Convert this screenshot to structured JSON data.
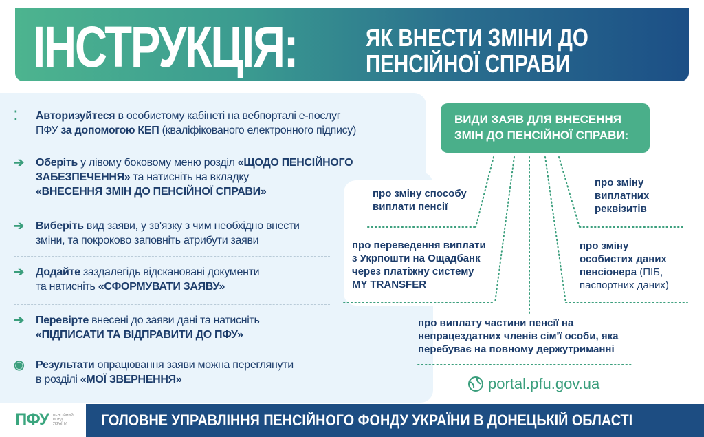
{
  "header": {
    "title_big": "ІНСТРУКЦІЯ:",
    "title_line1": "ЯК ВНЕСТИ ЗМІНИ ДО",
    "title_line2": "ПЕНСІЙНОЇ СПРАВИ"
  },
  "steps": [
    {
      "icon": "user-scan-icon",
      "glyph": "⁚",
      "lines": [
        [
          {
            "t": "Авторизуйтеся",
            "b": true
          },
          {
            "t": " в особистому кабінеті на вебпорталі е-послуг"
          }
        ],
        [
          {
            "t": "ПФУ "
          },
          {
            "t": "за допомогою КЕП",
            "b": true
          },
          {
            "t": " (кваліфікованого електронного підпису)"
          }
        ]
      ]
    },
    {
      "icon": "arrow-right-icon",
      "glyph": "➔",
      "lines": [
        [
          {
            "t": "Оберіть",
            "b": true
          },
          {
            "t": " у лівому боковому меню розділ "
          },
          {
            "t": "«ЩОДО ПЕНСІЙНОГО",
            "b": true
          }
        ],
        [
          {
            "t": "ЗАБЕЗПЕЧЕННЯ»",
            "b": true
          },
          {
            "t": " та натисніть на вкладку"
          }
        ],
        [
          {
            "t": "«ВНЕСЕННЯ ЗМІН ДО ПЕНСІЙНОЇ СПРАВИ»",
            "b": true
          }
        ]
      ]
    },
    {
      "icon": "arrow-right-icon",
      "glyph": "➔",
      "lines": [
        [
          {
            "t": "Виберіть",
            "b": true
          },
          {
            "t": " вид заяви, у зв'язку з чим необхідно внести"
          }
        ],
        [
          {
            "t": "зміни, та покроково заповніть атрибути заяви"
          }
        ]
      ]
    },
    {
      "icon": "arrow-right-icon",
      "glyph": "➔",
      "lines": [
        [
          {
            "t": "Додайте",
            "b": true
          },
          {
            "t": " заздалегідь відскановані документи"
          }
        ],
        [
          {
            "t": "та натисніть "
          },
          {
            "t": "«СФОРМУВАТИ ЗАЯВУ»",
            "b": true
          }
        ]
      ]
    },
    {
      "icon": "arrow-right-icon",
      "glyph": "➔",
      "lines": [
        [
          {
            "t": "Перевірте",
            "b": true
          },
          {
            "t": " внесені до заяви дані та натисніть"
          }
        ],
        [
          {
            "t": "«ПІДПИСАТИ ТА ВІДПРАВИТИ ДО ПФУ»",
            "b": true
          }
        ]
      ]
    },
    {
      "icon": "eye-icon",
      "glyph": "◉",
      "lines": [
        [
          {
            "t": "Результати",
            "b": true
          },
          {
            "t": " опрацювання заяви можна переглянути"
          }
        ],
        [
          {
            "t": "в розділі "
          },
          {
            "t": "«МОЇ ЗВЕРНЕННЯ»",
            "b": true
          }
        ]
      ]
    }
  ],
  "types": {
    "title_line1": "ВИДИ ЗАЯВ ДЛЯ ВНЕСЕННЯ",
    "title_line2": "ЗМІН ДО ПЕНСІЙНОЇ СПРАВИ:",
    "payment_method": [
      "про зміну способу",
      "виплати пенсії"
    ],
    "transfer": [
      "про переведення виплати",
      "з Укрпошти на Ощадбанк",
      "через платіжну систему",
      "MY TRANSFER"
    ],
    "requisites": [
      "про зміну",
      "виплатних",
      "реквізитів"
    ],
    "personal": [
      "про зміну",
      "особистих  даних",
      "пенсіонера",
      " (ПІБ,",
      "паспортних даних)"
    ],
    "family": [
      "про виплату частини пенсії на",
      "непрацездатних членів сім'ї особи, яка",
      "перебуває на повному держутриманні"
    ]
  },
  "portal": "portal.pfu.gov.ua",
  "logo": {
    "mark": "ПФУ",
    "sub": [
      "ПЕНСІЙНИЙ",
      "ФОНД",
      "УКРАЇНИ"
    ]
  },
  "footer": "ГОЛОВНЕ УПРАВЛІННЯ ПЕНСІЙНОГО ФОНДУ УКРАЇНИ В ДОНЕЦЬКІЙ ОБЛАСТІ",
  "colors": {
    "green": "#4aaf8a",
    "navy": "#1d4d82",
    "text": "#1d3d6b",
    "panel": "#eaf4fb"
  }
}
